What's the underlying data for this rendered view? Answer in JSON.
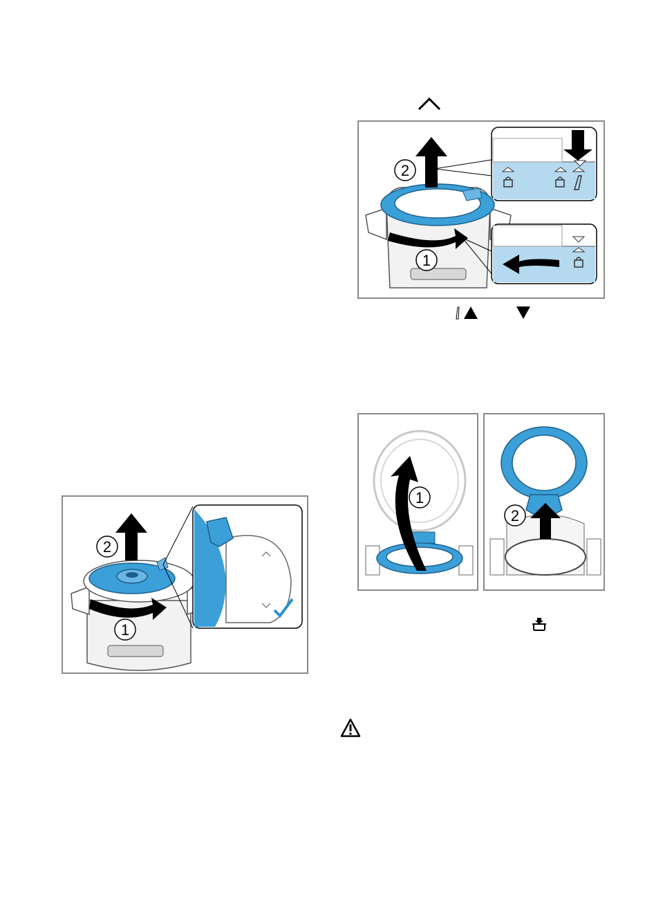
{
  "figures": {
    "top_right": {
      "callouts": [
        "2",
        "1"
      ]
    },
    "left": {
      "callouts": [
        "2",
        "1"
      ]
    },
    "lower_right_a": {
      "callouts": [
        "1"
      ]
    },
    "lower_right_b": {
      "callouts": [
        "2"
      ]
    }
  },
  "icons": {
    "chevron_up": "chevron-up-icon",
    "brush_triangle_up": "brush-triangle-up-icon",
    "triangle_down": "triangle-down-icon",
    "pot_drain": "pot-drain-icon",
    "warning": "warning-icon"
  },
  "colors": {
    "accent_blue": "#3b9fd8",
    "light_blue": "#b5d9ef",
    "frame_gray": "#8a8a8a",
    "ink": "#000000"
  }
}
